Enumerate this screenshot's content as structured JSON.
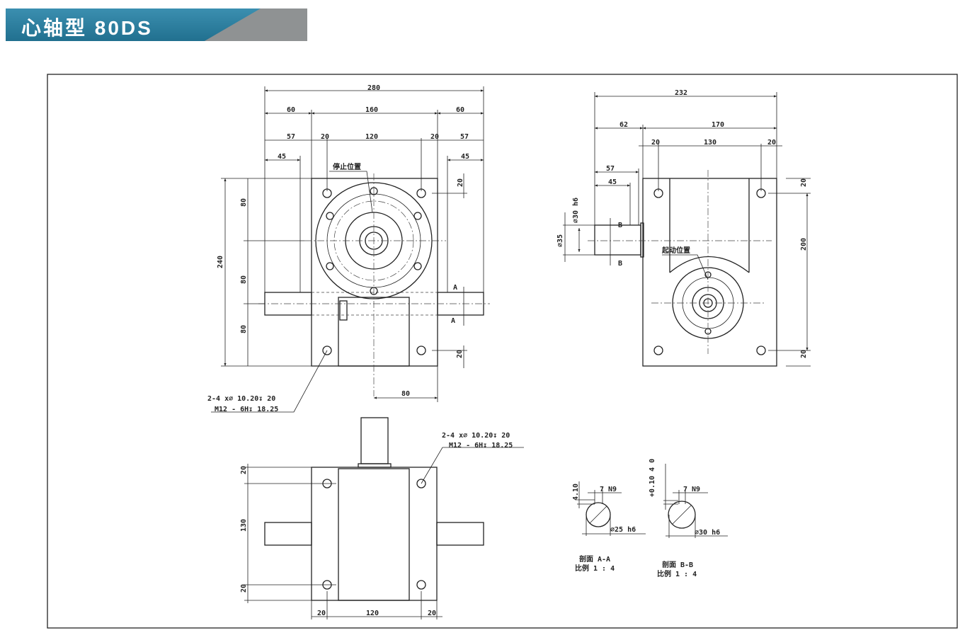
{
  "header": {
    "title": "心轴型  80DS",
    "accent": "#2b7fa0"
  },
  "front_view": {
    "dims": {
      "overall": "280",
      "left": "60",
      "mid": "160",
      "right": "60",
      "l57": "57",
      "l20": "20",
      "c120": "120",
      "r20": "20",
      "r57": "57",
      "l45": "45",
      "r45": "45",
      "h240": "240",
      "h80a": "80",
      "h80b": "80",
      "h80c": "80",
      "t20": "20",
      "b20": "20",
      "b80": "80"
    },
    "stop_label": "停止位置",
    "section_mark_top": "A",
    "section_mark_bottom": "A",
    "hole_note_1": "2-4 x∅ 10.20↧ 20",
    "hole_note_2": "M12 - 6H↧ 18.25"
  },
  "side_view": {
    "dims": {
      "overall": "232",
      "d62": "62",
      "d170": "170",
      "d20a": "20",
      "d130": "130",
      "d20b": "20",
      "d57": "57",
      "d45": "45",
      "dia30": "∅30 h6",
      "dia35": "∅35",
      "h200": "200",
      "t20": "20",
      "b20": "20"
    },
    "start_label": "起动位置",
    "section_mark_top": "B",
    "section_mark_bottom": "B"
  },
  "bottom_view": {
    "dims": {
      "t20": "20",
      "h130": "130",
      "b20": "20",
      "w20a": "20",
      "w120": "120",
      "w20b": "20"
    },
    "hole_note_1": "2-4 x∅ 10.20↧ 20",
    "hole_note_2": "M12 - 6H↧ 18.25"
  },
  "sections": [
    {
      "depth": "4.10",
      "key": "7 N9",
      "dia": "∅25 h6",
      "name": "剖面 A-A",
      "scale": "比例 1 : 4"
    },
    {
      "depth": "+0.10 4 0",
      "key": "7 N9",
      "dia": "∅30 h6",
      "name": "剖面 B-B",
      "scale": "比例 1 : 4"
    }
  ]
}
